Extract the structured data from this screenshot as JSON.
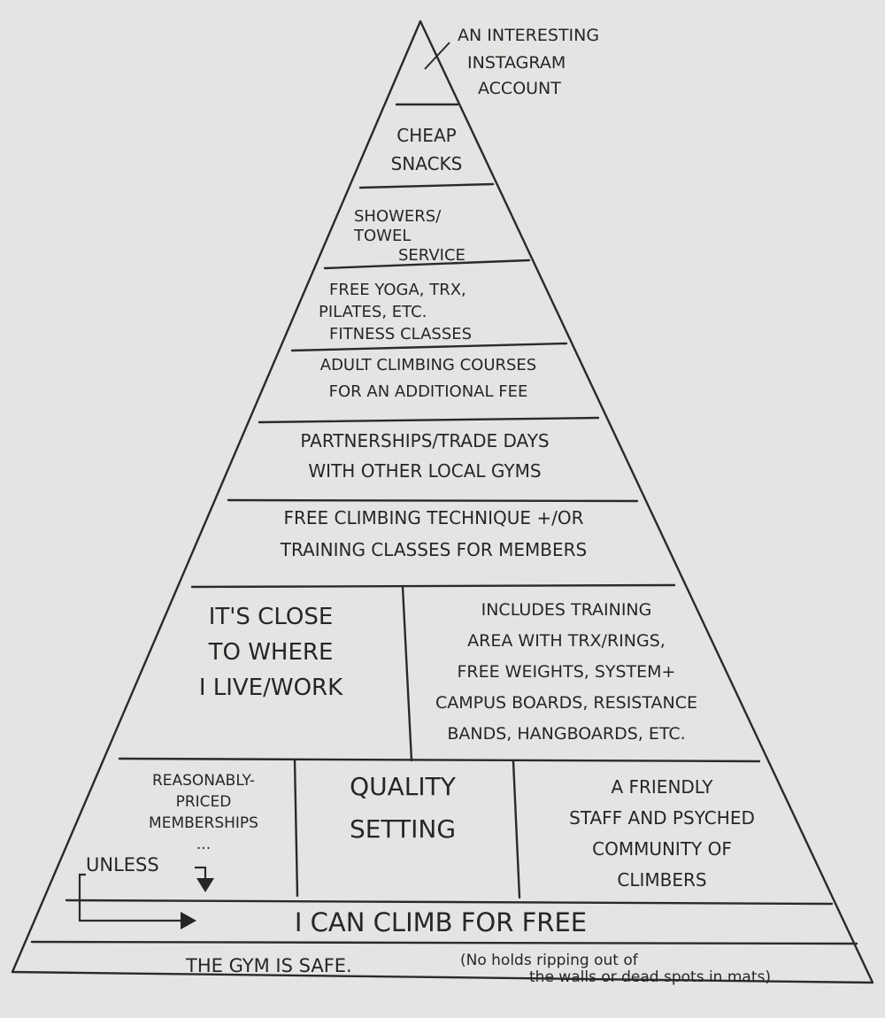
{
  "diagram": {
    "top_note": [
      "AN INTERESTING",
      "INSTAGRAM",
      "ACCOUNT"
    ],
    "tiers": [
      {
        "id": "snacks",
        "lines": [
          "CHEAP",
          "SNACKS"
        ]
      },
      {
        "id": "showers",
        "lines": [
          "SHOWERS/",
          "TOWEL",
          "SERVICE"
        ]
      },
      {
        "id": "fitness",
        "lines": [
          "FREE YOGA, TRX,",
          "PILATES, ETC.",
          "FITNESS CLASSES"
        ]
      },
      {
        "id": "courses",
        "lines": [
          "ADULT CLIMBING COURSES",
          "FOR AN ADDITIONAL FEE"
        ]
      },
      {
        "id": "partnerships",
        "lines": [
          "PARTNERSHIPS/TRADE DAYS",
          "WITH OTHER LOCAL GYMS"
        ]
      },
      {
        "id": "technique",
        "lines": [
          "FREE CLIMBING TECHNIQUE +/OR",
          "TRAINING CLASSES FOR MEMBERS"
        ]
      },
      {
        "id": "close",
        "lines": [
          "IT'S CLOSE",
          "TO WHERE",
          "I LIVE/WORK"
        ]
      },
      {
        "id": "training-area",
        "lines": [
          "INCLUDES TRAINING",
          "AREA WITH TRX/RINGS,",
          "FREE WEIGHTS, SYSTEM+",
          "CAMPUS BOARDS, RESISTANCE",
          "BANDS, HANGBOARDS, ETC."
        ]
      },
      {
        "id": "memberships",
        "lines": [
          "REASONABLY-",
          "PRICED",
          "MEMBERSHIPS",
          "..."
        ]
      },
      {
        "id": "quality",
        "lines": [
          "QUALITY",
          "SETTING"
        ]
      },
      {
        "id": "staff",
        "lines": [
          "A FRIENDLY",
          "STAFF AND PSYCHED",
          "COMMUNITY OF",
          "CLIMBERS"
        ]
      },
      {
        "id": "free",
        "lines": [
          "I CAN CLIMB FOR FREE"
        ]
      },
      {
        "id": "safe",
        "lines": [
          "THE GYM IS SAFE."
        ]
      }
    ],
    "unless_label": "UNLESS",
    "safe_note": [
      "(No holds ripping out of",
      "the walls or dead spots in mats)"
    ],
    "colors": {
      "ink": "#262626",
      "paper": "#e4e4e2"
    }
  }
}
